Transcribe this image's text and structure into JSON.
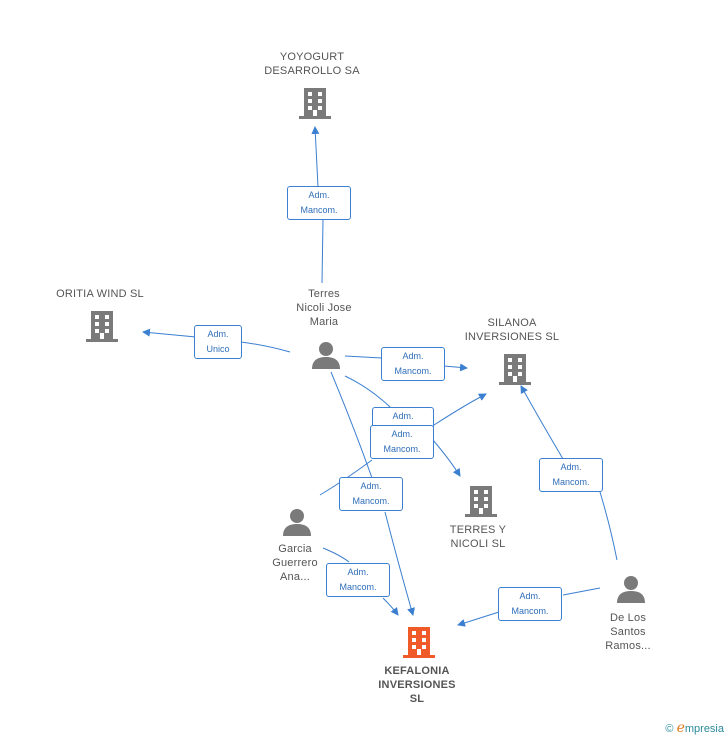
{
  "nodes": {
    "yoyogurt": {
      "lines": [
        "YOYOGURT",
        "DESARROLLO SA"
      ]
    },
    "oritia": {
      "lines": [
        "ORITIA WIND SL"
      ]
    },
    "terres_person": {
      "lines": [
        "Terres",
        "Nicoli Jose",
        "Maria"
      ]
    },
    "silanoa": {
      "lines": [
        "SILANOA",
        "INVERSIONES SL"
      ]
    },
    "terres_sl": {
      "lines": [
        "TERRES Y",
        "NICOLI SL"
      ]
    },
    "garcia": {
      "lines": [
        "Garcia",
        "Guerrero",
        "Ana..."
      ]
    },
    "kefalonia": {
      "lines": [
        "KEFALONIA",
        "INVERSIONES",
        "SL"
      ]
    },
    "delos": {
      "lines": [
        "De Los",
        "Santos",
        "Ramos..."
      ]
    }
  },
  "relations": {
    "r_yoyogurt": [
      "Adm.",
      "Mancom."
    ],
    "r_oritia": [
      "Adm.",
      "Unico"
    ],
    "r_silanoa_terres": [
      "Adm.",
      "Mancom."
    ],
    "r_terres_sl": [
      "Adm."
    ],
    "r_silanoa_garcia": [
      "Adm.",
      "Mancom."
    ],
    "r_kefalonia_terres": [
      "Adm.",
      "Mancom."
    ],
    "r_silanoa_delos": [
      "Adm.",
      "Mancom."
    ],
    "r_kefalonia_garcia": [
      "Adm.",
      "Mancom."
    ],
    "r_kefalonia_delos": [
      "Adm.",
      "Mancom."
    ]
  },
  "colors": {
    "edge": "#3b7fd0",
    "company_icon": "#7a7a7a",
    "main_company_icon": "#f05a28",
    "person_icon": "#7a7a7a"
  },
  "footer": {
    "copyright": "©",
    "brand_initial": "e",
    "brand_rest": "mpresia"
  }
}
